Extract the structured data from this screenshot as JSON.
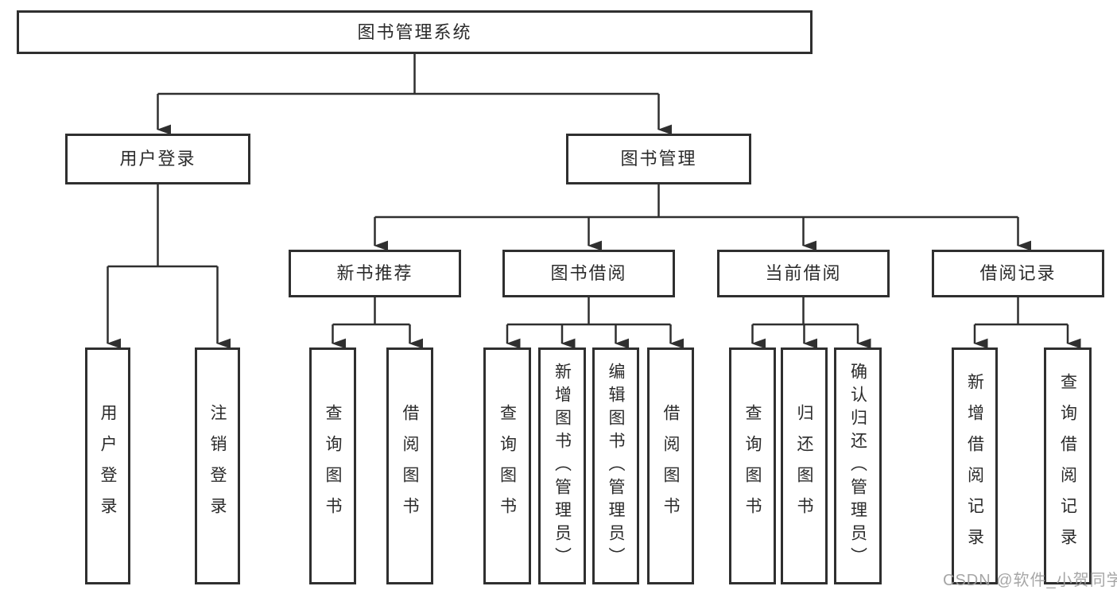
{
  "tree": {
    "root": {
      "label": "图书管理系统",
      "children": [
        {
          "label": "用户登录",
          "children": [
            {
              "label": "用户登录"
            },
            {
              "label": "注销登录"
            }
          ]
        },
        {
          "label": "图书管理",
          "children": [
            {
              "label": "新书推荐",
              "children": [
                {
                  "label": "查询图书"
                },
                {
                  "label": "借阅图书"
                }
              ]
            },
            {
              "label": "图书借阅",
              "children": [
                {
                  "label": "查询图书"
                },
                {
                  "label": "新增图书（管理员）"
                },
                {
                  "label": "编辑图书（管理员）"
                },
                {
                  "label": "借阅图书"
                }
              ]
            },
            {
              "label": "当前借阅",
              "children": [
                {
                  "label": "查询图书"
                },
                {
                  "label": "归还图书"
                },
                {
                  "label": "确认归还（管理员）"
                }
              ]
            },
            {
              "label": "借阅记录",
              "children": [
                {
                  "label": "新增借阅记录"
                },
                {
                  "label": "查询借阅记录"
                }
              ]
            }
          ]
        }
      ]
    }
  },
  "watermark": "CSDN @软件_小贺同学",
  "colors": {
    "line": "#2f2f2f",
    "text": "#2b2b2b",
    "background": "#ffffff",
    "watermark": "#9e9e9e"
  }
}
